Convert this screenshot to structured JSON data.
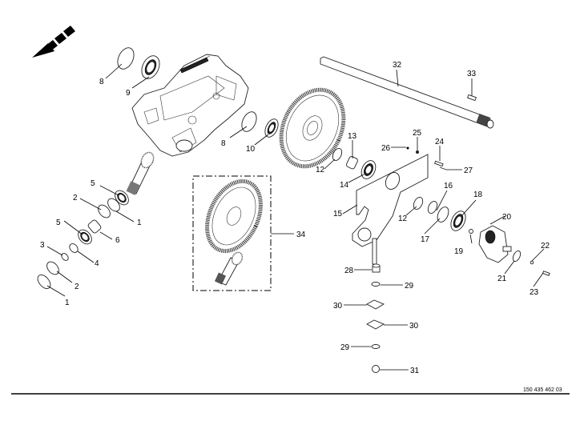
{
  "diagram": {
    "title": "Exploded parts diagram - bevel gear drive assembly",
    "reference_number": "150 435 462 03",
    "direction_indicator": "travel-direction-arrow",
    "kit_group": {
      "label": "34",
      "contents": [
        "ring-gear",
        "pinion-shaft"
      ]
    },
    "callouts": [
      {
        "id": "c1a",
        "label": "1",
        "part": "snap-ring"
      },
      {
        "id": "c1b",
        "label": "1",
        "part": "snap-ring"
      },
      {
        "id": "c2a",
        "label": "2",
        "part": "shim"
      },
      {
        "id": "c2b",
        "label": "2",
        "part": "shim"
      },
      {
        "id": "c3",
        "label": "3",
        "part": "o-ring"
      },
      {
        "id": "c4",
        "label": "4",
        "part": "ring"
      },
      {
        "id": "c5a",
        "label": "5",
        "part": "bearing"
      },
      {
        "id": "c5b",
        "label": "5",
        "part": "bearing"
      },
      {
        "id": "c6",
        "label": "6",
        "part": "spacer"
      },
      {
        "id": "c8a",
        "label": "8",
        "part": "circlip"
      },
      {
        "id": "c8b",
        "label": "8",
        "part": "circlip"
      },
      {
        "id": "c9",
        "label": "9",
        "part": "bearing"
      },
      {
        "id": "c10",
        "label": "10",
        "part": "seal"
      },
      {
        "id": "c12a",
        "label": "12",
        "part": "ring"
      },
      {
        "id": "c12b",
        "label": "12",
        "part": "ring"
      },
      {
        "id": "c13",
        "label": "13",
        "part": "bushing"
      },
      {
        "id": "c14",
        "label": "14",
        "part": "bearing"
      },
      {
        "id": "c15",
        "label": "15",
        "part": "bracket"
      },
      {
        "id": "c16",
        "label": "16",
        "part": "o-ring"
      },
      {
        "id": "c17",
        "label": "17",
        "part": "shim"
      },
      {
        "id": "c18",
        "label": "18",
        "part": "seal"
      },
      {
        "id": "c19",
        "label": "19",
        "part": "nut"
      },
      {
        "id": "c20",
        "label": "20",
        "part": "housing"
      },
      {
        "id": "c21",
        "label": "21",
        "part": "washer"
      },
      {
        "id": "c22",
        "label": "22",
        "part": "nut"
      },
      {
        "id": "c23",
        "label": "23",
        "part": "bolt"
      },
      {
        "id": "c24",
        "label": "24",
        "part": "pin"
      },
      {
        "id": "c25",
        "label": "25",
        "part": "nut"
      },
      {
        "id": "c26",
        "label": "26",
        "part": "nut"
      },
      {
        "id": "c27",
        "label": "27",
        "part": "cotter-pin"
      },
      {
        "id": "c28",
        "label": "28",
        "part": "nut"
      },
      {
        "id": "c29a",
        "label": "29",
        "part": "washer"
      },
      {
        "id": "c29b",
        "label": "29",
        "part": "washer"
      },
      {
        "id": "c30a",
        "label": "30",
        "part": "plate-washer"
      },
      {
        "id": "c30b",
        "label": "30",
        "part": "plate-washer"
      },
      {
        "id": "c31",
        "label": "31",
        "part": "nut"
      },
      {
        "id": "c32",
        "label": "32",
        "part": "shaft"
      },
      {
        "id": "c33",
        "label": "33",
        "part": "key"
      },
      {
        "id": "c34",
        "label": "34",
        "part": "gear-kit"
      }
    ]
  }
}
